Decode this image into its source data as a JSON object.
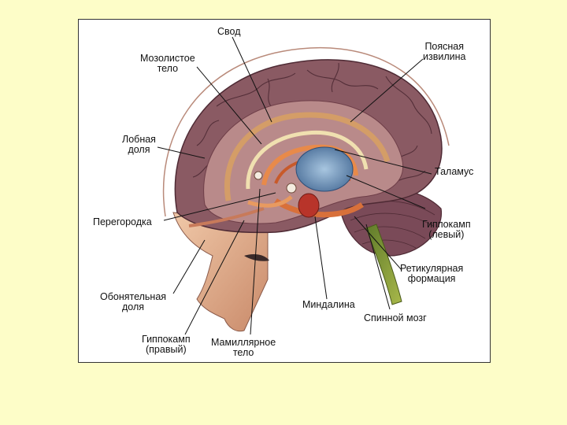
{
  "diagram": {
    "labels": {
      "svod": [
        "Свод"
      ],
      "mozolistoe": [
        "Мозолистое",
        "тело"
      ],
      "poyasnaya": [
        "Поясная",
        "извилина"
      ],
      "lobnaya": [
        "Лобная",
        "доля"
      ],
      "talamus": [
        "Таламус"
      ],
      "peregorodka": [
        "Перегородка"
      ],
      "gippokamp_left": [
        "Гиппокамп",
        "(левый)"
      ],
      "retikulyarnaya": [
        "Ретикулярная",
        "формация"
      ],
      "obonyatelnaya": [
        "Обонятельная",
        "доля"
      ],
      "mindalina": [
        "Миндалина"
      ],
      "spinnoy": [
        "Спинной мозг"
      ],
      "gippokamp_right": [
        "Гиппокамп",
        "(правый)"
      ],
      "mamillyarnoe": [
        "Мамиллярное",
        "тело"
      ]
    }
  },
  "colors": {
    "background": "#fdfdc8",
    "frame": "#ffffff",
    "cortex": "#8a5a63",
    "cortex_dark": "#5e3540",
    "inner": "#b98a8a",
    "limbic_orange": "#d8703a",
    "thalamus_blue": "#6b8fb8",
    "amygdala_red": "#b8342a",
    "skin": "#e8b89a",
    "cerebellum": "#7a4a58",
    "spinal": "#8a9a3a"
  }
}
